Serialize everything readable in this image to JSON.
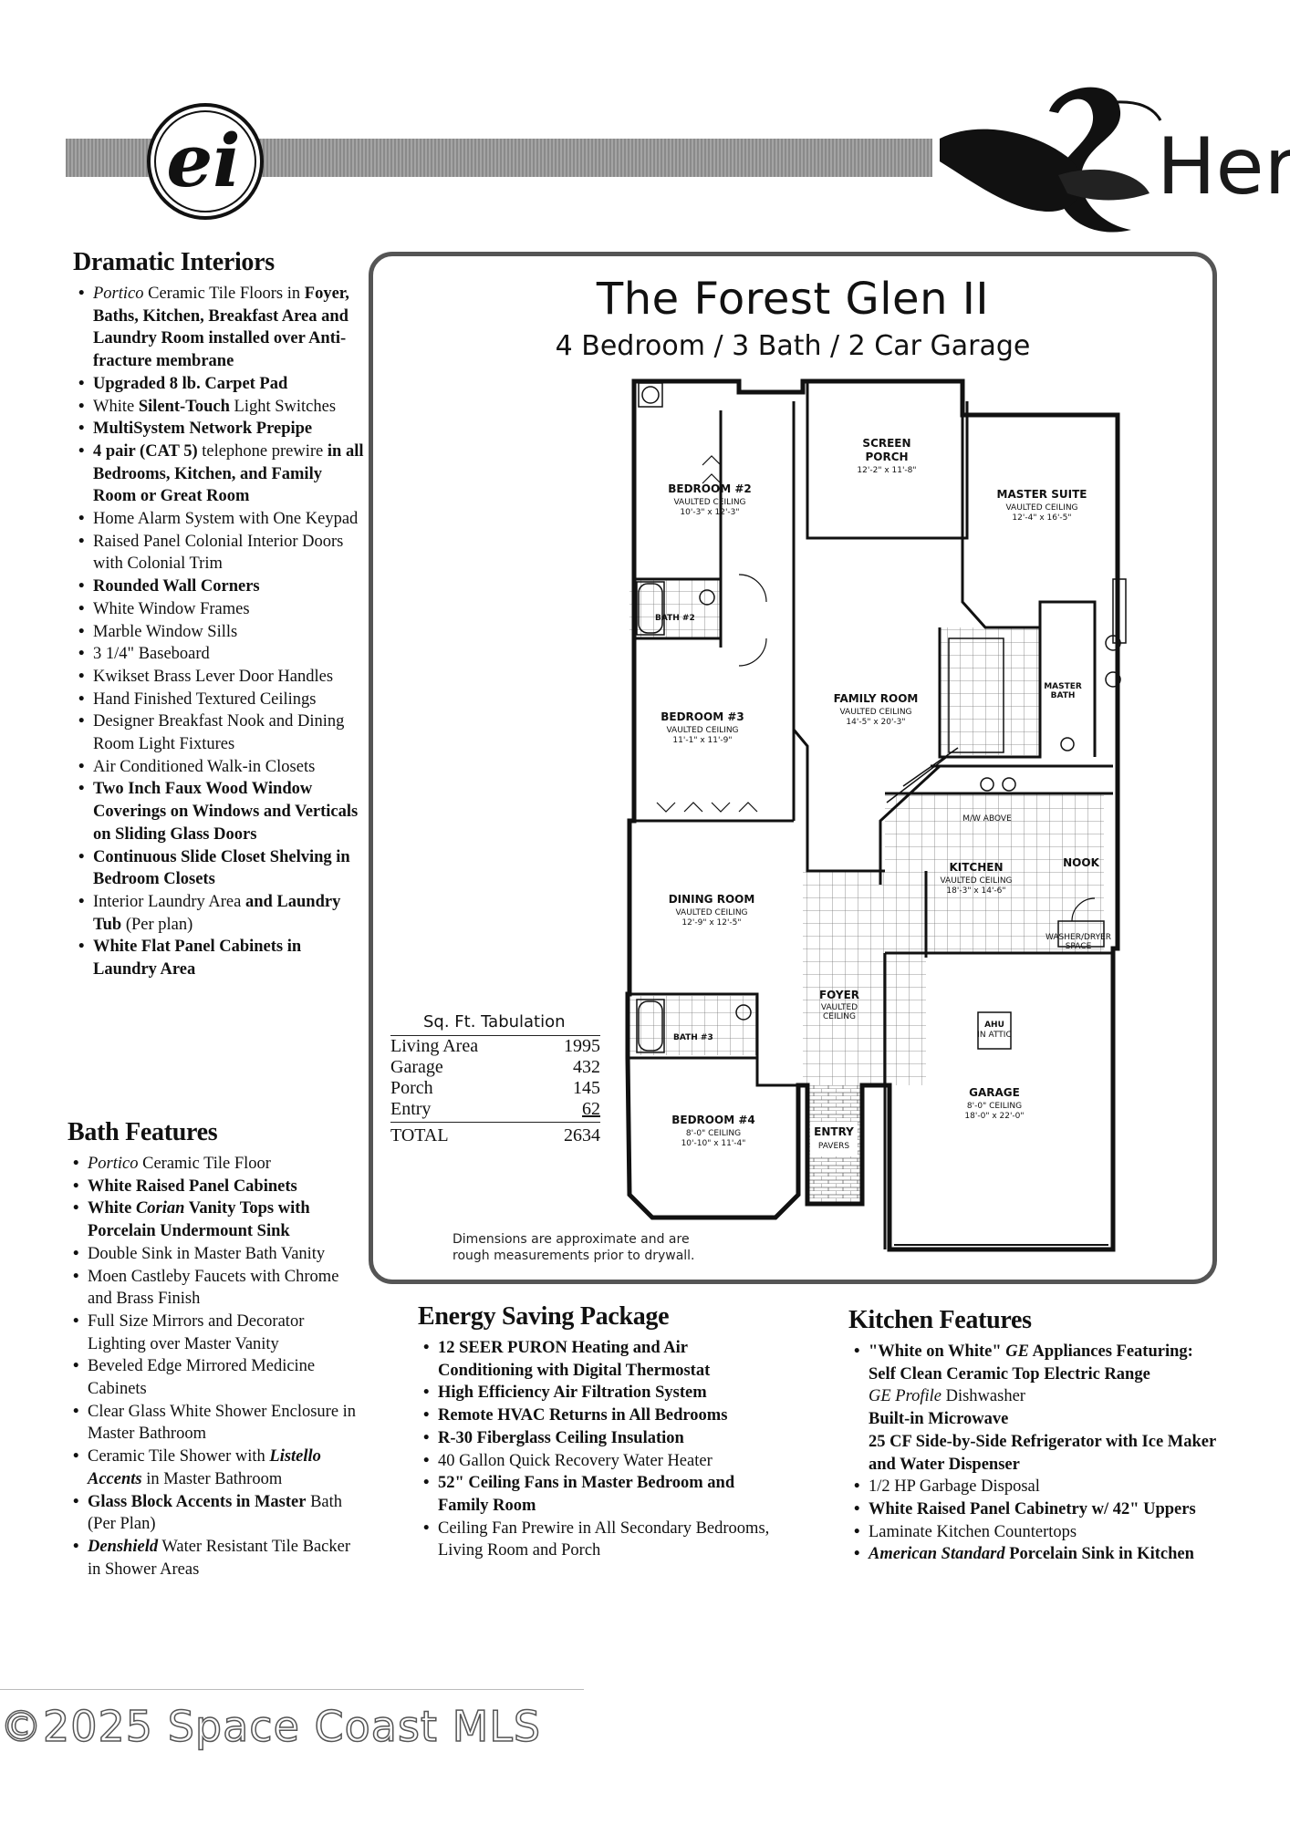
{
  "brand": {
    "logo_text": "ei",
    "name_partial": "Heri"
  },
  "dramatic_interiors": {
    "title": "Dramatic Interiors",
    "items": [
      [
        {
          "t": "Portico",
          "s": "i"
        },
        {
          "t": " Ceramic Tile Floors in "
        },
        {
          "t": "Foyer, Baths, Kitchen, Breakfast Area and Laundry Room installed over Anti-fracture membrane",
          "s": "b"
        }
      ],
      [
        {
          "t": "Upgraded 8 lb. Carpet Pad",
          "s": "b"
        }
      ],
      [
        {
          "t": "White "
        },
        {
          "t": "Silent-Touch",
          "s": "b"
        },
        {
          "t": " Light Switches"
        }
      ],
      [
        {
          "t": "MultiSystem Network Prepipe",
          "s": "b"
        }
      ],
      [
        {
          "t": "4 pair (CAT 5)",
          "s": "b"
        },
        {
          "t": " telephone prewire "
        },
        {
          "t": "in all Bedrooms, Kitchen, and Family Room or Great Room",
          "s": "b"
        }
      ],
      [
        {
          "t": "Home Alarm System with One Keypad"
        }
      ],
      [
        {
          "t": "Raised Panel Colonial Interior Doors with Colonial Trim"
        }
      ],
      [
        {
          "t": "Rounded Wall Corners",
          "s": "b"
        }
      ],
      [
        {
          "t": "White Window Frames"
        }
      ],
      [
        {
          "t": "Marble Window Sills"
        }
      ],
      [
        {
          "t": "3 1/4\" Baseboard"
        }
      ],
      [
        {
          "t": "Kwikset Brass Lever Door Handles"
        }
      ],
      [
        {
          "t": "Hand Finished Textured Ceilings"
        }
      ],
      [
        {
          "t": "Designer Breakfast Nook and Dining Room Light Fixtures"
        }
      ],
      [
        {
          "t": "Air Conditioned Walk-in Closets"
        }
      ],
      [
        {
          "t": "Two Inch Faux Wood Window Coverings on Windows and Verticals on Sliding Glass Doors",
          "s": "b"
        }
      ],
      [
        {
          "t": "Continuous Slide Closet Shelving in Bedroom Closets",
          "s": "b"
        }
      ],
      [
        {
          "t": "Interior Laundry Area "
        },
        {
          "t": "and Laundry Tub",
          "s": "b"
        },
        {
          "t": " (Per plan)"
        }
      ],
      [
        {
          "t": "White Flat Panel Cabinets in Laundry Area",
          "s": "b"
        }
      ]
    ]
  },
  "bath_features": {
    "title": "Bath Features",
    "items": [
      [
        {
          "t": "Portico",
          "s": "i"
        },
        {
          "t": " Ceramic Tile Floor"
        }
      ],
      [
        {
          "t": "White Raised Panel Cabinets",
          "s": "b"
        }
      ],
      [
        {
          "t": "White ",
          "s": "b"
        },
        {
          "t": "Corian",
          "s": "bi"
        },
        {
          "t": " Vanity Tops with Porcelain Undermount Sink",
          "s": "b"
        }
      ],
      [
        {
          "t": "Double Sink in Master Bath Vanity"
        }
      ],
      [
        {
          "t": "Moen Castleby Faucets with Chrome and Brass Finish"
        }
      ],
      [
        {
          "t": "Full Size Mirrors and Decorator Lighting over Master Vanity"
        }
      ],
      [
        {
          "t": "Beveled Edge Mirrored Medicine Cabinets"
        }
      ],
      [
        {
          "t": "Clear Glass White Shower Enclosure in Master Bathroom"
        }
      ],
      [
        {
          "t": "Ceramic Tile Shower with "
        },
        {
          "t": "Listello Accents",
          "s": "bi"
        },
        {
          "t": " in Master Bathroom"
        }
      ],
      [
        {
          "t": "Glass Block Accents in Master",
          "s": "b"
        },
        {
          "t": " Bath (Per Plan)"
        }
      ],
      [
        {
          "t": "Denshield",
          "s": "bi"
        },
        {
          "t": " Water Resistant Tile Backer in Shower Areas"
        }
      ]
    ]
  },
  "plan": {
    "title": "The Forest Glen II",
    "subtitle": "4 Bedroom / 3 Bath / 2 Car Garage",
    "note_line1": "Dimensions are approximate and are",
    "note_line2": "rough measurements prior to drywall.",
    "rooms": {
      "screen_porch": {
        "name1": "SCREEN",
        "name2": "PORCH",
        "dims": "12'-2\" x 11'-8\""
      },
      "bedroom2": {
        "name": "BEDROOM #2",
        "ceiling": "VAULTED CEILING",
        "dims": "10'-3\" x 12'-3\""
      },
      "master": {
        "name": "MASTER SUITE",
        "ceiling": "VAULTED CEILING",
        "dims": "12'-4\" x 16'-5\""
      },
      "bath2": {
        "name": "BATH #2"
      },
      "master_bath": {
        "name1": "MASTER",
        "name2": "BATH"
      },
      "family": {
        "name": "FAMILY ROOM",
        "ceiling": "VAULTED CEILING",
        "dims": "14'-5\" x 20'-3\""
      },
      "bedroom3": {
        "name": "BEDROOM #3",
        "ceiling": "VAULTED CEILING",
        "dims": "11'-1\" x 11'-9\""
      },
      "mw": {
        "name": "M/W ABOVE"
      },
      "kitchen": {
        "name": "KITCHEN",
        "ceiling": "VAULTED CEILING",
        "dims": "18'-3\" x 14'-6\""
      },
      "nook": {
        "name": "NOOK"
      },
      "dining": {
        "name": "DINING ROOM",
        "ceiling": "VAULTED CEILING",
        "dims": "12'-9\" x 12'-5\""
      },
      "washer": {
        "name1": "WASHER/DRYER",
        "name2": "SPACE"
      },
      "foyer": {
        "name": "FOYER",
        "ceiling1": "VAULTED",
        "ceiling2": "CEILING"
      },
      "bath3": {
        "name": "BATH #3"
      },
      "ahu": {
        "name1": "AHU",
        "name2": "IN ATTIC"
      },
      "garage": {
        "name": "GARAGE",
        "ceiling": "8'-0\" CEILING",
        "dims": "18'-0\" x 22'-0\""
      },
      "bedroom4": {
        "name": "BEDROOM #4",
        "ceiling": "8'-0\" CEILING",
        "dims": "10'-10\" x 11'-4\""
      },
      "entry": {
        "name": "ENTRY",
        "sub": "PAVERS"
      }
    }
  },
  "sqft": {
    "title": "Sq. Ft. Tabulation",
    "rows": [
      {
        "label": "Living Area",
        "value": "1995"
      },
      {
        "label": "Garage",
        "value": "432"
      },
      {
        "label": "Porch",
        "value": "145"
      },
      {
        "label": "Entry",
        "value": "62"
      }
    ],
    "total_label": "TOTAL",
    "total_value": "2634"
  },
  "energy": {
    "title": "Energy Saving Package",
    "items": [
      [
        {
          "t": "12 SEER PURON Heating and Air Conditioning with Digital Thermostat",
          "s": "b"
        }
      ],
      [
        {
          "t": "High Efficiency Air Filtration System",
          "s": "b"
        }
      ],
      [
        {
          "t": "Remote HVAC Returns in All Bedrooms",
          "s": "b"
        }
      ],
      [
        {
          "t": "R-30 Fiberglass Ceiling Insulation",
          "s": "b"
        }
      ],
      [
        {
          "t": "40 Gallon Quick Recovery Water Heater"
        }
      ],
      [
        {
          "t": "52\" Ceiling Fans in Master Bedroom and Family Room",
          "s": "b"
        }
      ],
      [
        {
          "t": "Ceiling Fan Prewire in All Secondary Bedrooms, Living Room and Porch"
        }
      ]
    ]
  },
  "kitchen_features": {
    "title": "Kitchen Features",
    "items": [
      [
        {
          "t": "\"White on White\" ",
          "s": "b"
        },
        {
          "t": "GE",
          "s": "bi"
        },
        {
          "t": " Appliances Featuring:",
          "s": "b"
        },
        {
          "br": true
        },
        {
          "t": "Self Clean Ceramic Top Electric Range",
          "s": "b"
        },
        {
          "br": true
        },
        {
          "t": "GE Profile",
          "s": "i"
        },
        {
          "t": " Dishwasher"
        },
        {
          "br": true
        },
        {
          "t": "Built-in Microwave",
          "s": "b"
        },
        {
          "br": true
        },
        {
          "t": "25 CF Side-by-Side Refrigerator with Ice Maker and Water Dispenser",
          "s": "b"
        }
      ],
      [
        {
          "t": "1/2 HP Garbage Disposal"
        }
      ],
      [
        {
          "t": "White Raised Panel Cabinetry w/ 42\" Uppers",
          "s": "b"
        }
      ],
      [
        {
          "t": "Laminate Kitchen Countertops"
        }
      ],
      [
        {
          "t": "American Standard",
          "s": "bi"
        },
        {
          "t": " Porcelain Sink in Kitchen",
          "s": "b"
        }
      ]
    ]
  },
  "footer": {
    "copyright": "©2025 Space Coast MLS"
  }
}
